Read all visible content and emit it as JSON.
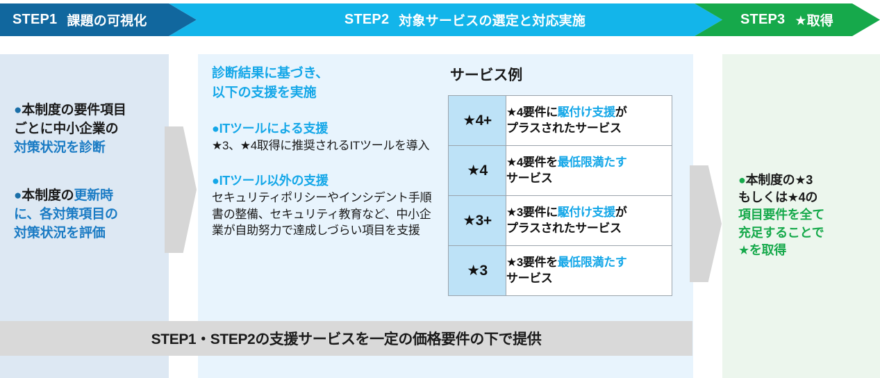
{
  "header": {
    "steps": [
      {
        "label": "STEP1",
        "text": "課題の可視化",
        "color": "#11679e"
      },
      {
        "label": "STEP2",
        "text": "対象サービスの選定と対応実施",
        "color": "#13b5ea"
      },
      {
        "label": "STEP3",
        "text": "★取得",
        "color": "#16a94b"
      }
    ]
  },
  "column1": {
    "bullets": [
      {
        "dot": "●",
        "line1": "本制度の要件項目",
        "line2": "ごとに中小企業の",
        "highlight": "対策状況を診断"
      },
      {
        "dot": "●",
        "line1_plain": "本制度の",
        "line1_hl": "更新時",
        "line2_hl": "に、各対策項目の",
        "line3_hl": "対策状況を評価"
      }
    ]
  },
  "column2": {
    "heading_line1": "診断結果に基づき、",
    "heading_line2": "以下の支援を実施",
    "sections": [
      {
        "dot": "●",
        "title": "ITツールによる支援",
        "body": "★3、★4取得に推奨されるITツールを導入"
      },
      {
        "dot": "●",
        "title": "ITツール以外の支援",
        "body": "セキュリティポリシーやインシデント手順書の整備、セキュリティ教育など、中小企業が自助努力で達成しづらい項目を支援"
      }
    ],
    "service_title": "サービス例",
    "service_table": {
      "rows": [
        {
          "rank": "★4+",
          "desc_part1": "★4要件に",
          "desc_hl": "駆付け支援",
          "desc_part2": "が",
          "desc_line2": "プラスされたサービス"
        },
        {
          "rank": "★4",
          "desc_part1": "★4要件を",
          "desc_hl": "最低限満たす",
          "desc_part2": "",
          "desc_line2": "サービス"
        },
        {
          "rank": "★3+",
          "desc_part1": "★3要件に",
          "desc_hl": "駆付け支援",
          "desc_part2": "が",
          "desc_line2": "プラスされたサービス"
        },
        {
          "rank": "★3",
          "desc_part1": "★3要件を",
          "desc_hl": "最低限満たす",
          "desc_part2": "",
          "desc_line2": "サービス"
        }
      ]
    }
  },
  "column3": {
    "dot": "●",
    "line1": "本制度の★3",
    "line2": "もしくは★4の",
    "line3_hl": "項目要件を全て",
    "line4_hl": "充足することで",
    "line5_hl": "★を取得"
  },
  "footer": {
    "text": "STEP1・STEP2の支援サービスを一定の価格要件の下で提供"
  },
  "colors": {
    "step1_blue": "#11679e",
    "step2_cyan": "#13b5ea",
    "step3_green": "#16a94b",
    "panel1_bg": "#dde8f3",
    "panel2_bg": "#e8f4fd",
    "panel3_bg": "#ecf6ed",
    "table_rank_bg": "#bde2f7",
    "footer_bg": "#d9d9d9",
    "chevron_gray": "#d6d6d6"
  }
}
